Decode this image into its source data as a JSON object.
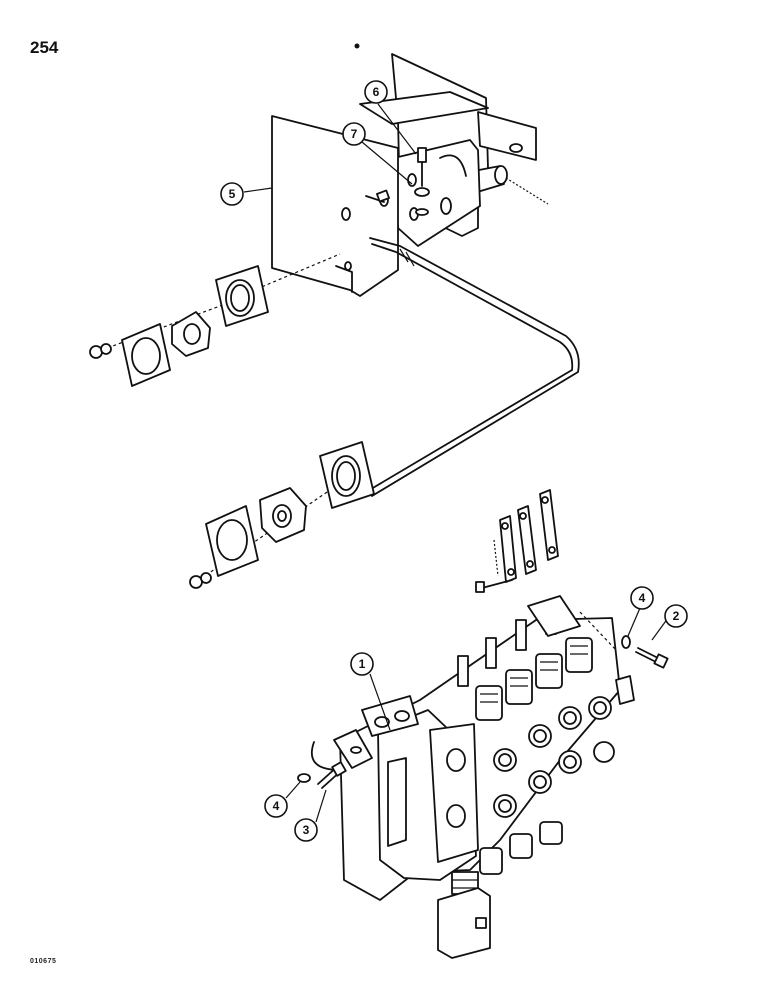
{
  "page": {
    "number": "254",
    "footer_code": "010675"
  },
  "callouts": [
    {
      "id": "c1",
      "label": "1"
    },
    {
      "id": "c2",
      "label": "2"
    },
    {
      "id": "c3",
      "label": "3"
    },
    {
      "id": "c4a",
      "label": "4"
    },
    {
      "id": "c4b",
      "label": "4"
    },
    {
      "id": "c5",
      "label": "5"
    },
    {
      "id": "c6",
      "label": "6"
    },
    {
      "id": "c7",
      "label": "7"
    }
  ]
}
